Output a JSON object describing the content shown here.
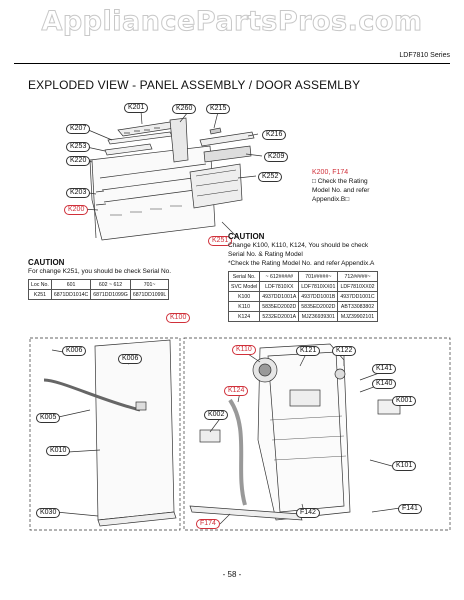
{
  "watermark": "AppliancePartsPros.com",
  "series": "LDF7810 Series",
  "title": "EXPLODED VIEW - PANEL ASSEMBLY / DOOR ASSEMLBY",
  "labels": {
    "k201": "K201",
    "k260": "K260",
    "k215": "K215",
    "k207": "K207",
    "k216": "K216",
    "k253": "K253",
    "k220": "K220",
    "k209": "K209",
    "k252": "K252",
    "k203": "K203",
    "k200": "K200",
    "k251": "K251",
    "k100": "K100",
    "k006a": "K006",
    "k006b": "K006",
    "k005": "K005",
    "k010": "K010",
    "k030": "K030",
    "k110": "K110",
    "k121": "K121",
    "k122": "K122",
    "k141": "K141",
    "k140": "K140",
    "k124": "K124",
    "k002": "K002",
    "k001": "K001",
    "k101": "K101",
    "f142": "F142",
    "f141": "F141",
    "f174": "F174"
  },
  "rating_note": {
    "title": "K200, F174",
    "line1": "□ Check the Rating",
    "line2": "Model No. and refer",
    "line3": "Appendix.B□"
  },
  "caution_left": {
    "heading": "CAUTION",
    "line": "For change K251, you should be check Serial No.",
    "table": {
      "headers": [
        "Loc No.",
        "601",
        "602 ~ 612",
        "701~"
      ],
      "row": [
        "K251",
        "6871DD1014C",
        "6871DD1099G",
        "6871DD1099L"
      ]
    }
  },
  "caution_right": {
    "heading": "CAUTION",
    "line1": "Change K100, K110, K124, You should be check",
    "line2": "Serial No. & Rating Model",
    "line3": "*Check the Rating Model No. and refer Appendix.A",
    "table": {
      "headers": [
        "Serial No.",
        "~ 612#####",
        "701#####~",
        "712#####~"
      ],
      "rows": [
        [
          "SVC Model",
          "LDF7810XX",
          "LDF7810XX01",
          "LDF7810XX02"
        ],
        [
          "K100",
          "4937DD1001A",
          "4937DD1001B",
          "4937DD1001C"
        ],
        [
          "K110",
          "5835ED2002D",
          "5835ED2002D",
          "ABT33083802"
        ],
        [
          "K124",
          "5232ED2001A",
          "MJZ36939301",
          "MJZ39902101"
        ]
      ]
    }
  },
  "page_number": "- 58 -"
}
